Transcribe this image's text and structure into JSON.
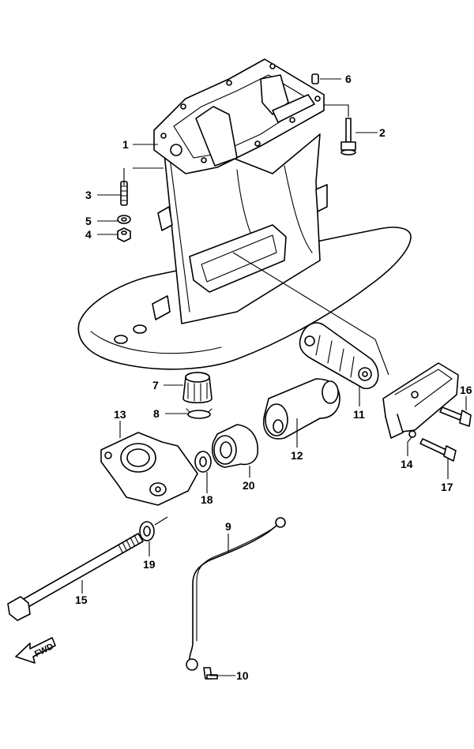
{
  "diagram": {
    "callouts": [
      {
        "id": "1",
        "label": "1"
      },
      {
        "id": "2",
        "label": "2"
      },
      {
        "id": "3",
        "label": "3"
      },
      {
        "id": "4",
        "label": "4"
      },
      {
        "id": "5",
        "label": "5"
      },
      {
        "id": "6",
        "label": "6"
      },
      {
        "id": "7",
        "label": "7"
      },
      {
        "id": "8",
        "label": "8"
      },
      {
        "id": "9",
        "label": "9"
      },
      {
        "id": "10",
        "label": "10"
      },
      {
        "id": "11",
        "label": "11"
      },
      {
        "id": "12",
        "label": "12"
      },
      {
        "id": "13",
        "label": "13"
      },
      {
        "id": "14",
        "label": "14"
      },
      {
        "id": "15",
        "label": "15"
      },
      {
        "id": "16",
        "label": "16"
      },
      {
        "id": "17",
        "label": "17"
      },
      {
        "id": "18",
        "label": "18"
      },
      {
        "id": "19",
        "label": "19"
      },
      {
        "id": "20",
        "label": "20"
      }
    ],
    "direction_marker": {
      "label": "FWD",
      "icon": "forward-arrow-icon"
    }
  }
}
